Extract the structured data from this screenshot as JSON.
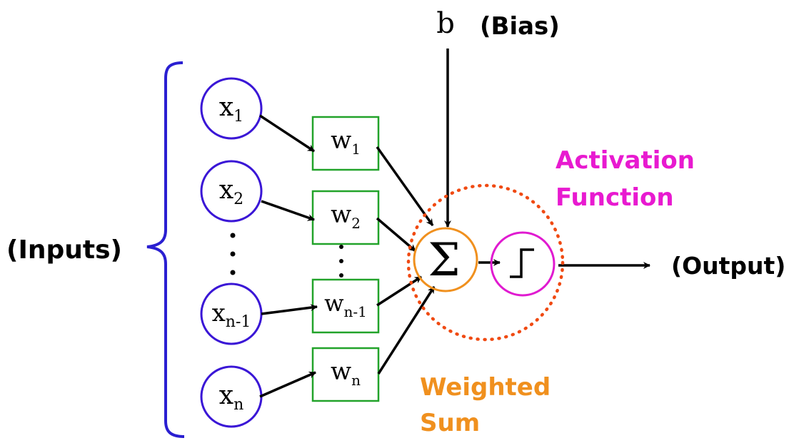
{
  "labels": {
    "inputs": "(Inputs)",
    "output": "(Output)",
    "bias_symbol": "b",
    "bias": "(Bias)",
    "activation_line1": "Activation",
    "activation_line2": "Function",
    "weighted_line1": "Weighted",
    "weighted_line2": "Sum",
    "sigma": "Σ"
  },
  "inputs": [
    {
      "base": "x",
      "sub": "1"
    },
    {
      "base": "x",
      "sub": "2"
    },
    {
      "base": "x",
      "sub": "n-1"
    },
    {
      "base": "x",
      "sub": "n"
    }
  ],
  "weights": [
    {
      "base": "w",
      "sub": "1"
    },
    {
      "base": "w",
      "sub": "2"
    },
    {
      "base": "w",
      "sub": "n-1"
    },
    {
      "base": "w",
      "sub": "n"
    }
  ],
  "colors": {
    "input_circle": "#3a16d6",
    "brace": "#2a1fd1",
    "weight_box": "#22a32a",
    "sum_circle": "#f0901e",
    "activation_circle": "#e01ad0",
    "dotted_circle": "#f04a12",
    "activation_text": "#e81ad0",
    "weighted_text": "#f0901e",
    "ink": "#000000"
  }
}
